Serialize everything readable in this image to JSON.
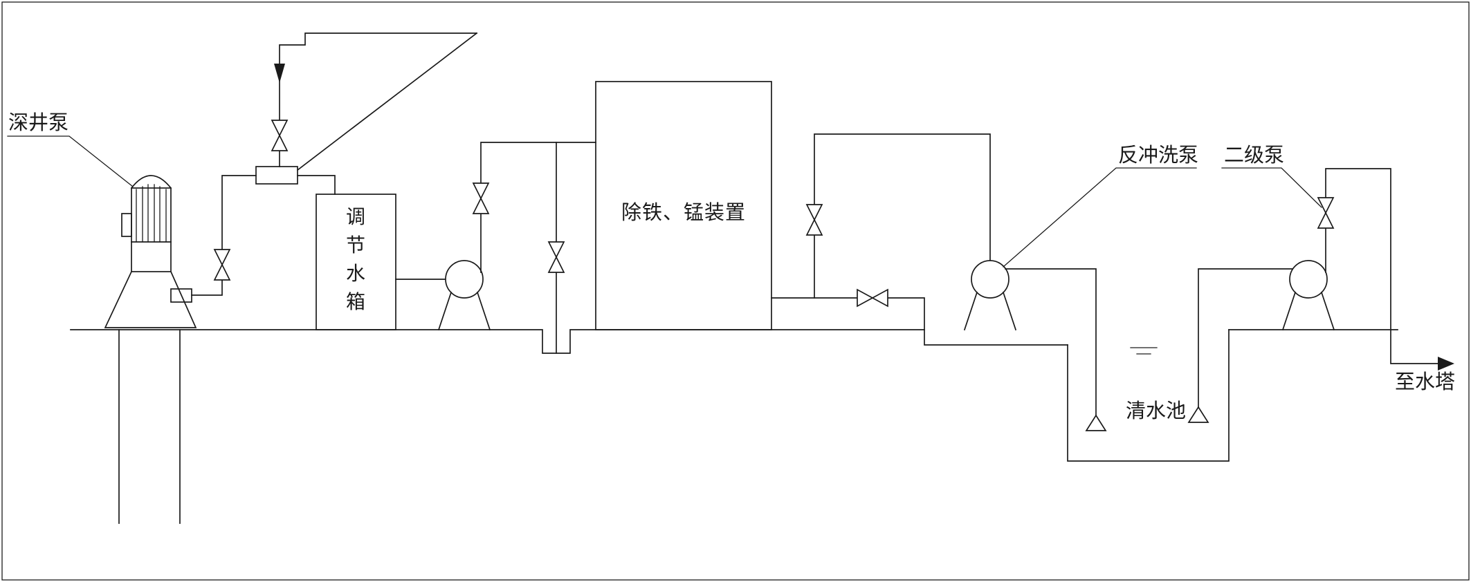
{
  "colors": {
    "line": "#1a1a1a",
    "background": "#ffffff"
  },
  "labels": {
    "deep_well_pump": "深井泵",
    "regulating_tank": "调节水箱",
    "iron_manganese_unit": "除铁、锰装置",
    "backwash_pump": "反冲洗泵",
    "secondary_pump": "二级泵",
    "clear_water_pool": "清水池",
    "to_water_tower": "至水塔"
  }
}
